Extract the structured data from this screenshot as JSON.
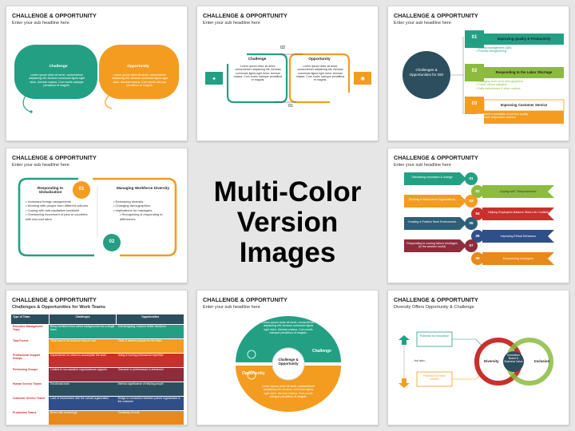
{
  "colors": {
    "teal": "#23a084",
    "orange": "#f39c1f",
    "green": "#8bbb3f",
    "red": "#c9302c",
    "blue": "#2d5f7a",
    "navy": "#2f4f5f",
    "dark": "#29485a"
  },
  "center": {
    "line1": "Multi-Color",
    "line2": "Version Images"
  },
  "slides": [
    {
      "title": "CHALLENGE & OPPORTUNITY",
      "subtitle": "Enter your sub headline here",
      "left_label": "Challenge",
      "right_label": "Opportunity",
      "body": "Lorem ipsum dolor sit amet, consectetuer adipiscing elit. Aenean commodo ligula eget dolor. Aenean massa. Cum sociis natoque penatibus et magnis."
    },
    {
      "title": "CHALLENGE & OPPORTUNITY",
      "subtitle": "Enter your sub headline here",
      "left_label": "Challenge",
      "right_label": "Opportunity",
      "num1": "01",
      "num2": "02",
      "body": "Lorem ipsum dolor sit amet, consectetuer adipiscing elit. Aenean commodo ligula eget dolor. Aenean massa. Cum sociis natoque penatibus et magnis."
    },
    {
      "title": "CHALLENGE & OPPORTUNITY",
      "subtitle": "Enter your sub headline here",
      "circle": "Challenges & Opportunities for DEI",
      "items": [
        {
          "num": "01",
          "head": "Improving Quality & Productivity",
          "lines": [
            "Quality management (QM)",
            "Process reengineering"
          ]
        },
        {
          "num": "02",
          "head": "Responding to the Labor Shortage",
          "lines": [
            "Changing work force demographics",
            "Proper reflect valuation",
            "Daily endeavours & other matters"
          ]
        },
        {
          "num": "03",
          "head": "Improving Customer Service",
          "lines": [
            "Increased expectation of service quality",
            "Customer responsive cultures"
          ]
        }
      ]
    },
    {
      "title": "CHALLENGE & OPPORTUNITY",
      "subtitle": "Enter your sub headline here",
      "left_head": "Responding to Globalization",
      "right_head": "Managing Workforce Diversity",
      "num1": "01",
      "num2": "02",
      "left_items": [
        "Increased foreign assignments",
        "Working with people from different cultures",
        "Coping with anti-capitalism backlash",
        "Overseeing movement of jobs to countries with low-cost labor"
      ],
      "right_items": [
        "Embracing diversity",
        "Changing demographics",
        "Implications for managers"
      ],
      "right_sub": [
        "Recognizing & responding to differences"
      ]
    },
    {
      "title": "CHALLENGE & OPPORTUNITY",
      "subtitle": "Enter your sub headline here",
      "rows": [
        {
          "num": "01",
          "text": "Stimulating innovation & change",
          "side": "left"
        },
        {
          "num": "02",
          "text": "Coping with \"Temporariness\"",
          "side": "right"
        },
        {
          "num": "03",
          "text": "Working in Networked Organizations",
          "side": "left"
        },
        {
          "num": "04",
          "text": "Helping Employees Balance Work-Life Conflicts",
          "side": "right"
        },
        {
          "num": "05",
          "text": "Creating a Positive Work Environment",
          "side": "left"
        },
        {
          "num": "06",
          "text": "Improving Ethical Behaviour",
          "side": "right"
        },
        {
          "num": "07",
          "text": "Responding to coming labour shortages (in the western world)",
          "side": "left"
        },
        {
          "num": "08",
          "text": "Empowering employees",
          "side": "right"
        }
      ]
    },
    {
      "title": "CHALLENGE & OPPORTUNITY",
      "subtitle": "Challenges & Opportunities for Work Teams",
      "headers": [
        "Type of Team",
        "Challenges",
        "Opportunities"
      ],
      "rows": [
        {
          "type": "Executive Management Team",
          "challenge": "Bring members from varied backgrounds into a single team",
          "opp": "Self-designing, ensures better decisions"
        },
        {
          "type": "Task Forces",
          "challenge": "Time lines & the work are easy to lose",
          "opp": "Clear & shared purpose for the team"
        },
        {
          "type": "Professional Support Groups",
          "challenge": "Dependence on others to accomplish the work",
          "opp": "Using & honing professional expertise"
        },
        {
          "type": "Performing Groups",
          "challenge": "Limited to non-assisted organizational supports",
          "opp": "Outcome or performance is enhanced"
        },
        {
          "type": "Human Service Teams",
          "challenge": "Emotional drain",
          "opp": "Intrinsic significance of helping people"
        },
        {
          "type": "Customer Service Teams",
          "challenge": "Lack of involvement with the overall organization",
          "opp": "Bridge or connection between parent organization & the customer"
        },
        {
          "type": "Production Teams",
          "challenge": "Bored with technology",
          "opp": "Continuity of work"
        }
      ]
    },
    {
      "title": "CHALLENGE & OPPORTUNITY",
      "subtitle": "Enter your sub headline here",
      "center": "Challenge & Opportunity",
      "top_label": "Challenge",
      "bottom_label": "Opportunity",
      "body": "Lorem ipsum dolor sit amet, consectetuer adipiscing elit. Aenean commodo ligula eget dolor. Aenean massa. Cum sociis natoque penatibus et magnis."
    },
    {
      "title": "CHALLENGE & OPPORTUNITY",
      "subtitle": "Diversity Offers Opportunity & Challenge",
      "left_ring": "Diversity",
      "right_ring": "Inclusion",
      "center": "Innovation Brand & Business Value",
      "top_box": "Potential for innovation",
      "bottom_box": "Potential for team conflict",
      "middle": "...but also..."
    }
  ]
}
